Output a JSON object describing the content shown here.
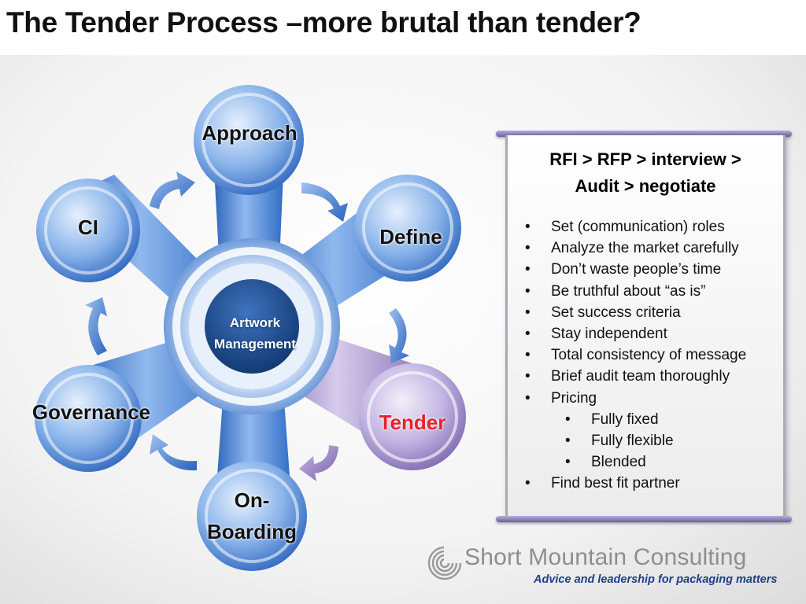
{
  "slide": {
    "title": "The Tender Process –more brutal than tender?"
  },
  "diagram": {
    "center": {
      "line1": "Artwork",
      "line2": "Management"
    },
    "nodes": {
      "approach": "Approach",
      "define": "Define",
      "tender": "Tender",
      "onboarding_line1": "On-",
      "onboarding_line2": "Boarding",
      "governance": "Governance",
      "ci": "CI"
    },
    "highlighted_node": "Tender",
    "colors": {
      "node_blue": "#3f7fd6",
      "node_highlight": "#9a86c8",
      "highlight_label": "#e8202a",
      "center_dark": "#1f4f8f"
    }
  },
  "panel": {
    "heading_line1": "RFI > RFP > interview >",
    "heading_line2": "Audit > negotiate",
    "bullets": [
      "Set (communication) roles",
      "Analyze the market carefully",
      "Don’t waste people’s time",
      "Be truthful about “as is”",
      "Set success criteria",
      "Stay independent",
      "Total consistency of message",
      "Brief audit team thoroughly",
      "Pricing"
    ],
    "sub_bullets": [
      "Fully fixed",
      "Fully flexible",
      "Blended"
    ],
    "last_bullet": "Find best fit partner"
  },
  "logo": {
    "name": "Short Mountain Consulting",
    "tagline": "Advice and leadership for packaging matters",
    "icon": "spiral-logo-icon"
  }
}
